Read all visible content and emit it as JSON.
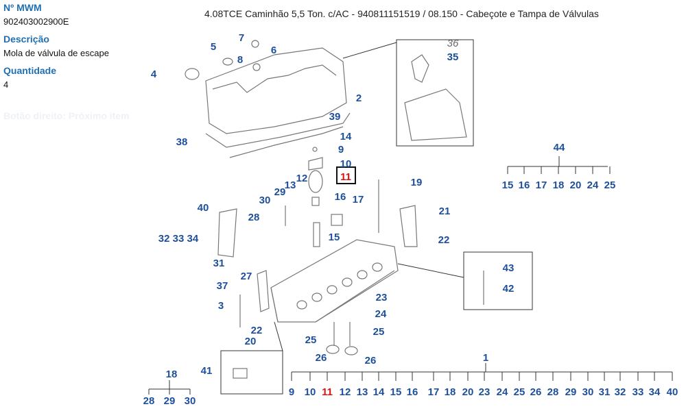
{
  "info": {
    "part_number_label": "Nº MWM",
    "part_number": "902403002900E",
    "description_label": "Descrição",
    "description": "Mola de válvula de escape",
    "quantity_label": "Quantidade",
    "quantity": "4",
    "hint": "Botão direito: Próximo item"
  },
  "title": "4.08TCE Caminhão 5,5 Ton. c/AC - 940811151519  /  08.150 - Cabeçote e Tampa de Válvulas",
  "selected_callout": "11",
  "colors": {
    "callout": "#1d4f9c",
    "selected": "#e01010",
    "label": "#1f6fb2"
  },
  "callouts": [
    "7",
    "5",
    "8",
    "6",
    "4",
    "36",
    "35",
    "2",
    "39",
    "14",
    "9",
    "10",
    "11",
    "12",
    "13",
    "29",
    "30",
    "19",
    "16",
    "17",
    "40",
    "28",
    "21",
    "15",
    "22",
    "32 33 34",
    "31",
    "27",
    "43",
    "37",
    "42",
    "3",
    "23",
    "24",
    "22",
    "25",
    "20",
    "25",
    "26",
    "26",
    "41",
    "18",
    "28",
    "29",
    "30",
    "44",
    "1",
    "38"
  ],
  "group_44": [
    "15",
    "16",
    "17",
    "18",
    "20",
    "24",
    "25"
  ],
  "group_1": [
    "9",
    "10",
    "11",
    "12",
    "13",
    "14",
    "15",
    "16",
    "17",
    "18",
    "20",
    "23",
    "24",
    "25",
    "26",
    "28",
    "29",
    "30",
    "31",
    "32",
    "33",
    "34",
    "40"
  ]
}
